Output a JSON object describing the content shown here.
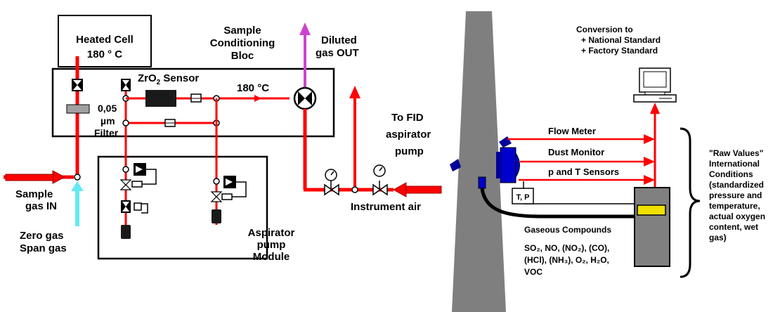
{
  "labels": {
    "heated_cell": "Heated Cell",
    "heated_cell_temp": "180 ° C",
    "sample_conditioning": [
      "Sample",
      "Conditioning",
      "Bloc"
    ],
    "diluted_gas": [
      "Diluted",
      "gas OUT"
    ],
    "zro2_main": "ZrO",
    "zro2_sub": "2",
    "zro2_rest": " Sensor",
    "filter": [
      "0,05",
      "µm",
      "Filter"
    ],
    "temp_180": "180 °C",
    "to_fid": [
      "To FID",
      "aspirator",
      "pump"
    ],
    "sample_gas_in": [
      "Sample",
      "gas IN"
    ],
    "zero_span": [
      "Zero gas",
      "Span gas"
    ],
    "aspirator_module": [
      "Aspirator",
      "pump",
      "Module"
    ],
    "instrument_air": "Instrument air",
    "conversion": [
      "Conversion to",
      "+ National Standard",
      "+ Factory Standard"
    ],
    "flow_meter": "Flow Meter",
    "dust_monitor": "Dust Monitor",
    "p_t_sensors": "p and T Sensors",
    "tp_box": "T, P",
    "gaseous_title": "Gaseous Compounds",
    "gaseous_line2": "SO₂, NO, (NO₂), (CO),",
    "gaseous_line3": "(HCl), (NH₃), O₂, H₂O,",
    "gaseous_line4": "VOC",
    "raw_values": [
      "\"Raw Values\"",
      "International",
      "Conditions",
      "(standardized",
      "pressure and",
      "temperature,",
      "actual oxygen",
      "content, wet",
      "gas)"
    ]
  },
  "colors": {
    "red_line": "#ff0000",
    "dark_red": "#cc0000",
    "purple": "#cc44cc",
    "cyan": "#66e8f5",
    "black": "#000000",
    "stack_gray": "#7f7f7f",
    "analyzer_gray": "#808080",
    "analyzer_display": "#f0e000",
    "dust_blue": "#0000cc",
    "mount_blue": "#000099",
    "sensor_block": "#1a1a1a",
    "filter_gray": "#a0a0a0"
  },
  "icons": [
    "computer-icon",
    "pressure-gauge-icon",
    "valve-icon",
    "pump-icon"
  ]
}
